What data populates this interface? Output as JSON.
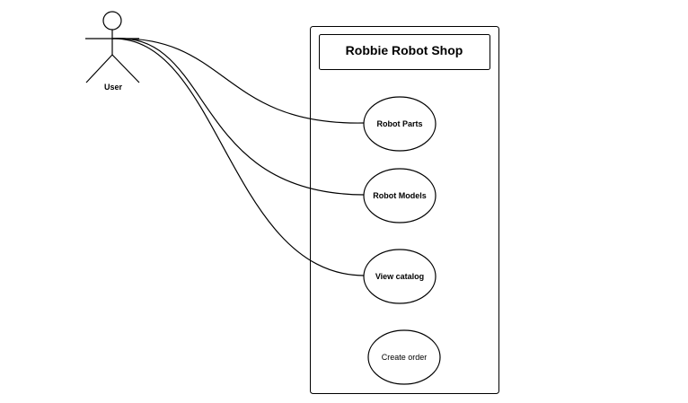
{
  "diagram": {
    "actor": {
      "label": "User"
    },
    "system": {
      "title": "Robbie Robot Shop"
    },
    "use_cases": [
      {
        "label": "Robot Parts",
        "bold": true,
        "connected": true
      },
      {
        "label": "Robot Models",
        "bold": true,
        "connected": true
      },
      {
        "label": "View catalog",
        "bold": true,
        "connected": true
      },
      {
        "label": "Create order",
        "bold": false,
        "connected": false
      }
    ]
  }
}
